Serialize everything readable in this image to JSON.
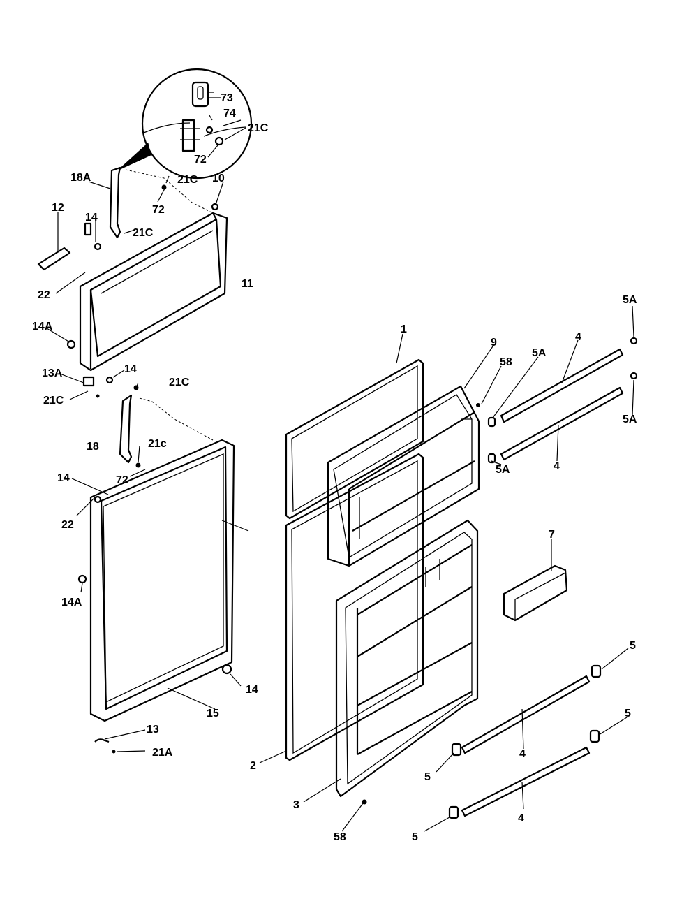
{
  "callouts": {
    "c1": "1",
    "c2": "2",
    "c3": "3",
    "c4a": "4",
    "c4b": "4",
    "c4c": "4",
    "c4d": "4",
    "c5a": "5",
    "c5b": "5",
    "c5c": "5",
    "c5d": "5",
    "c5Aa": "5A",
    "c5Ab": "5A",
    "c5Ac": "5A",
    "c5Ad": "5A",
    "c7": "7",
    "c9": "9",
    "c10": "10",
    "c11": "11",
    "c12": "12",
    "c13": "13",
    "c13A": "13A",
    "c14a": "14",
    "c14b": "14",
    "c14c": "14",
    "c14d": "14",
    "c14Aa": "14A",
    "c14Ab": "14A",
    "c15": "15",
    "c18": "18",
    "c18A": "18A",
    "c21A": "21A",
    "c21Ca": "21C",
    "c21Cb": "21C",
    "c21Cc": "21C",
    "c21Cd": "21C",
    "c21Ce": "21C",
    "c21c": "21c",
    "c22a": "22",
    "c22b": "22",
    "c58a": "58",
    "c58b": "58",
    "c72a": "72",
    "c72b": "72",
    "c72c": "72",
    "c73": "73",
    "c74": "74"
  }
}
